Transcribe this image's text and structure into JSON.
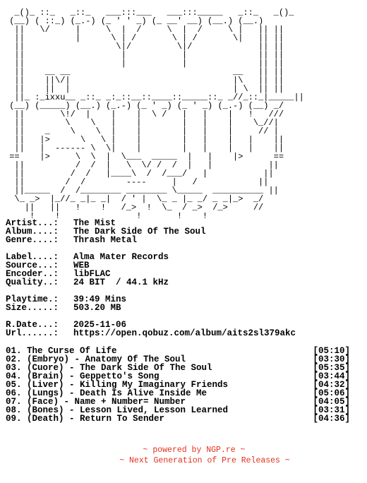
{
  "banner_art": "  _()_ ::_   _::_   ___:::___   ___:::_____   _::_   _()_\n (__) ( ::_) (_.-) (_ ' ' _) (_ __' __) (__.) (__.) \n  ||   \\/     |     \\  |  /     \\  |  /     \\ |   || ||\n  ||          |      \\ | /       \\ | /       \\|   || ||\n  ||                  \\|/         \\|/             || ||\n  ||                   |           |              || ||\n  ||                   |           |              || ||\n  ||    __ __                                __   || ||\n  ||    ||\\/|                                |\\   || ||\n  ||    ||  |                                | \\  || ||\n  ||_ :_ixxu__ _::_ _:_::__::____::_____::_ _//_::_|_____||\n (__) (_____) (__.) (_.-) (_ ' _) (_ ' _) (_.-) (__) _/\n  ||       \\!/  |    |    |  \\ /   |   |    |   !   ///\n  ||        \\    \\   |    |        |   |    |    \\_//|\n  ||    _    \\    \\  |    |        |   |    |     // |\n  ||   |>      \\   \\ |    |        |   |    |   |    ||\n  ||   |  ------ \\  \\|    |        |   |    |   |    ||\n ==    |>     \\  \\  |  \\___  _____  |   |    |>      ==\n  ||          /  /  |   \\  \\/ /  /  |   |           ||\n  ||         /  /   |____\\  /  /___/   |           ||\n  ||        /  /        ----     |   /            ||\n  ||_____  /  /________ ________ \\_____  __________ ||\n  \\_ _>  |_//_ _|_ _|  / ' |  \\_ _ |_ _/ _ _|_>  _/\n    ||   ||   !    !   /_>  !  \\_  / _>  /_>     //\n     !    !               !       !    !\n",
  "info": {
    "artist": {
      "label": "Artist...:",
      "value": "The Mist"
    },
    "album": {
      "label": "Album....:",
      "value": "The Dark Side Of The Soul"
    },
    "genre": {
      "label": "Genre....:",
      "value": "Thrash Metal"
    },
    "label": {
      "label": "Label....:",
      "value": "Alma Mater Records"
    },
    "source": {
      "label": "Source...:",
      "value": "WEB"
    },
    "encoder": {
      "label": "Encoder..:",
      "value": "libFLAC"
    },
    "quality": {
      "label": "Quality..:",
      "value": "24 BIT  / 44.1 kHz"
    },
    "playtime": {
      "label": "Playtime.:",
      "value": "39:49 Mins"
    },
    "size": {
      "label": "Size.....:",
      "value": "503.20 MB"
    },
    "rdate": {
      "label": "R.Date...:",
      "value": "2025-11-06"
    },
    "url": {
      "label": "Url......:",
      "value": "https://open.qobuz.com/album/aits2sl379akc"
    }
  },
  "tracks": [
    {
      "title": "01. The Curse Of Life",
      "duration": "[05:10]"
    },
    {
      "title": "02. (Embryo) - Anatomy Of The Soul",
      "duration": "[03:30]"
    },
    {
      "title": "03. (Cuore) - The Dark Side Of The Soul",
      "duration": "[05:35]"
    },
    {
      "title": "04. (Brain) - Geppetto's Song",
      "duration": "[03:44]"
    },
    {
      "title": "05. (Liver) - Killing My Imaginary Friends",
      "duration": "[04:32]"
    },
    {
      "title": "06. (Lungs) - Death Is Alive Inside Me",
      "duration": "[05:06]"
    },
    {
      "title": "07. (Face) - Name + Number= Number",
      "duration": "[04:05]"
    },
    {
      "title": "08. (Bones) - Lesson Lived, Lesson Learned",
      "duration": "[03:31]"
    },
    {
      "title": "09. (Death) - Return To Sender",
      "duration": "[04:36]"
    }
  ],
  "footer": {
    "line1": "~ powered by NGP.re ~",
    "line2": "~ Next Generation of Pre Releases ~"
  },
  "colors": {
    "text": "#000000",
    "footer": "#e0321e",
    "background": "#ffffff"
  }
}
